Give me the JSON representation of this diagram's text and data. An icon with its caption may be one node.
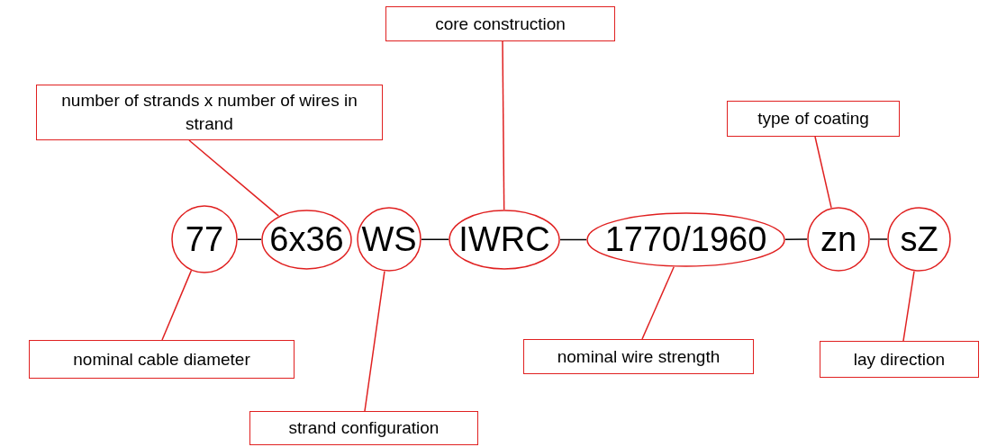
{
  "diagram": {
    "nodes": [
      {
        "text": [
          "number of strands x number of wires in strand"
        ]
      },
      {
        "text": [
          "core construction"
        ]
      },
      {
        "text": [
          "type of coating"
        ]
      },
      {
        "text": [
          "77"
        ]
      },
      {
        "text": [
          "6x36"
        ]
      },
      {
        "text": [
          "WS"
        ]
      },
      {
        "text": [
          "IWRC"
        ]
      },
      {
        "text": [
          "1770/1960"
        ]
      },
      {
        "text": [
          "zn"
        ]
      },
      {
        "text": [
          "sZ"
        ]
      },
      {
        "text": [
          "nominal cable diameter"
        ]
      },
      {
        "text": [
          "nominal wire strength"
        ]
      },
      {
        "text": [
          "lay direction"
        ]
      },
      {
        "text": [
          "strand configuration"
        ]
      }
    ],
    "edges": [
      {
        "from": 0,
        "to": 4,
        "arrow": "none"
      },
      {
        "from": 1,
        "to": 6,
        "arrow": "none"
      },
      {
        "from": 2,
        "to": 8,
        "arrow": "none"
      },
      {
        "from": 10,
        "to": 3,
        "arrow": "none"
      },
      {
        "from": 13,
        "to": 5,
        "arrow": "none"
      },
      {
        "from": 11,
        "to": 7,
        "arrow": "none"
      },
      {
        "from": 12,
        "to": 9,
        "arrow": "none"
      },
      {
        "from": 3,
        "to": 4,
        "arrow": "none",
        "color": "#000000"
      },
      {
        "from": 5,
        "to": 6,
        "arrow": "none",
        "color": "#000000"
      },
      {
        "from": 6,
        "to": 7,
        "arrow": "none",
        "color": "#000000"
      },
      {
        "from": 7,
        "to": 8,
        "arrow": "none",
        "color": "#000000"
      },
      {
        "from": 8,
        "to": 9,
        "arrow": "none",
        "color": "#000000"
      }
    ]
  }
}
